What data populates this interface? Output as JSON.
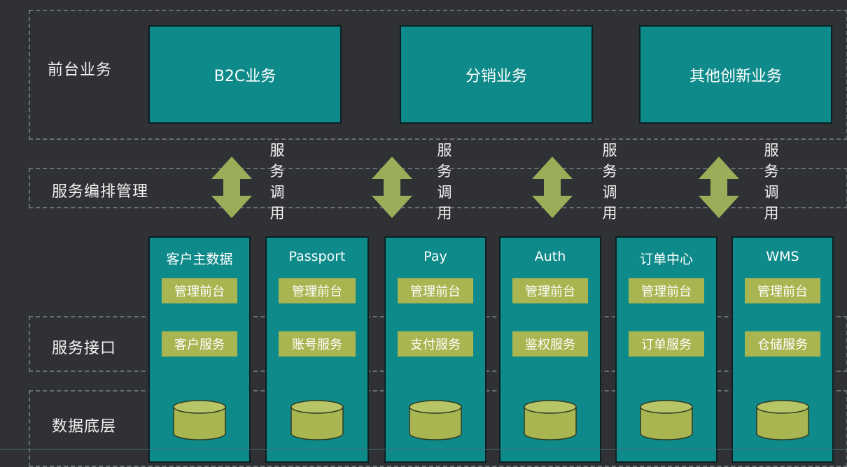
{
  "zones": {
    "frontend": "前台业务",
    "orchestration": "服务编排管理",
    "interface": "服务接口",
    "data": "数据底层"
  },
  "front_boxes": [
    "B2C业务",
    "分销业务",
    "其他创新业务"
  ],
  "call_label": [
    "服",
    "务",
    "调",
    "用"
  ],
  "services": [
    {
      "name": "客户主数据",
      "admin": "管理前台",
      "service": "客户服务"
    },
    {
      "name": "Passport",
      "admin": "管理前台",
      "service": "账号服务"
    },
    {
      "name": "Pay",
      "admin": "管理前台",
      "service": "支付服务"
    },
    {
      "name": "Auth",
      "admin": "管理前台",
      "service": "鉴权服务"
    },
    {
      "name": "订单中心",
      "admin": "管理前台",
      "service": "订单服务"
    },
    {
      "name": "WMS",
      "admin": "管理前台",
      "service": "仓储服务"
    }
  ],
  "colors": {
    "background": "#2f3134",
    "teal": "#0f8a8a",
    "olive": "#a8b550",
    "arrow": "#9aad58",
    "dashed": "#6b6e72"
  }
}
